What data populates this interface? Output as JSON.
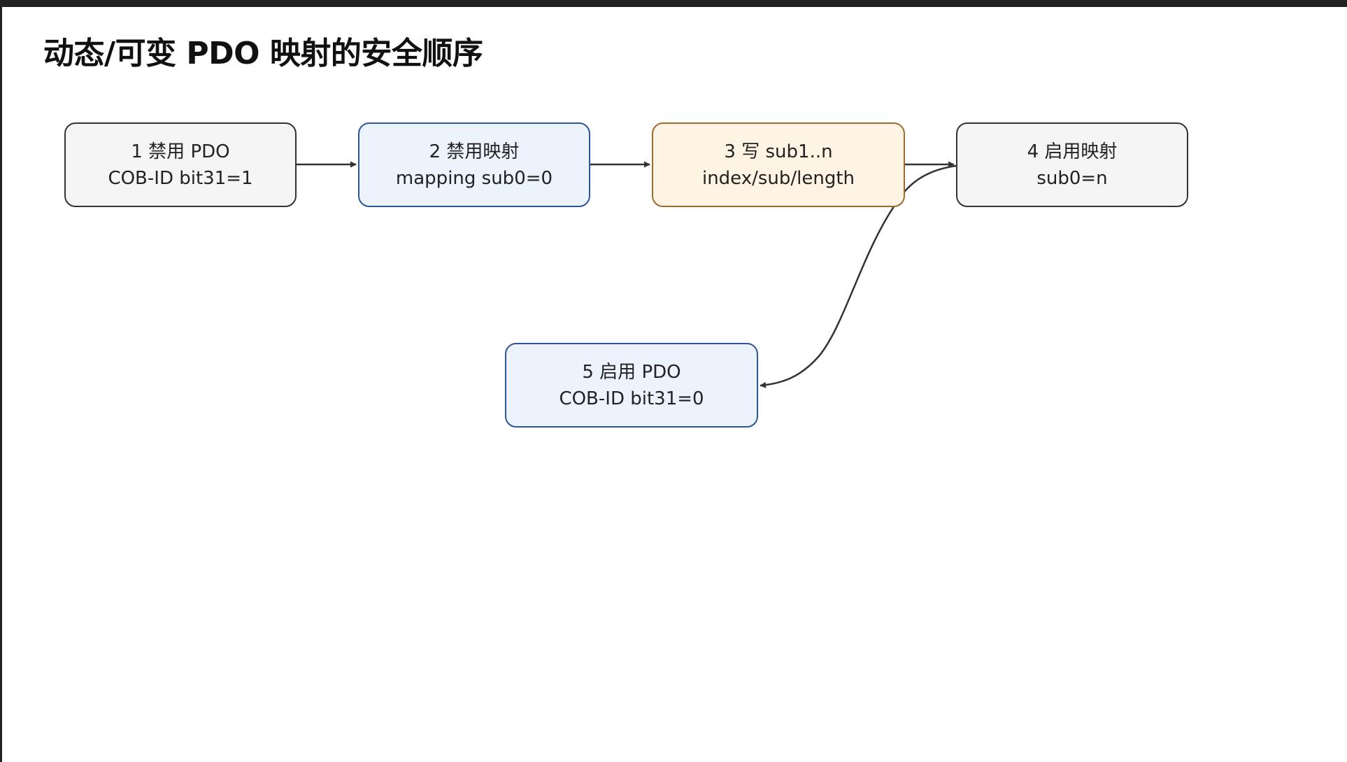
{
  "title": "动态/可变 PDO 映射的安全顺序",
  "nodes": [
    {
      "id": "1",
      "line1": "1 禁用 PDO",
      "line2": "COB-ID bit31=1",
      "style": "gray"
    },
    {
      "id": "2",
      "line1": "2 禁用映射",
      "line2": "mapping sub0=0",
      "style": "blue"
    },
    {
      "id": "3",
      "line1": "3 写 sub1..n",
      "line2": "index/sub/length",
      "style": "orange"
    },
    {
      "id": "4",
      "line1": "4 启用映射",
      "line2": "sub0=n",
      "style": "gray"
    },
    {
      "id": "5",
      "line1": "5 启用 PDO",
      "line2": "COB-ID bit31=0",
      "style": "blue"
    }
  ],
  "edges": [
    {
      "from": "1",
      "to": "2"
    },
    {
      "from": "2",
      "to": "3"
    },
    {
      "from": "3",
      "to": "4"
    },
    {
      "from": "4",
      "to": "5"
    }
  ],
  "colors": {
    "gray_fill": "#f5f5f5",
    "gray_stroke": "#333333",
    "blue_fill": "#edf3fc",
    "blue_stroke": "#2c5694",
    "orange_fill": "#fff4e3",
    "orange_stroke": "#9c6b2e",
    "edge": "#333333"
  }
}
